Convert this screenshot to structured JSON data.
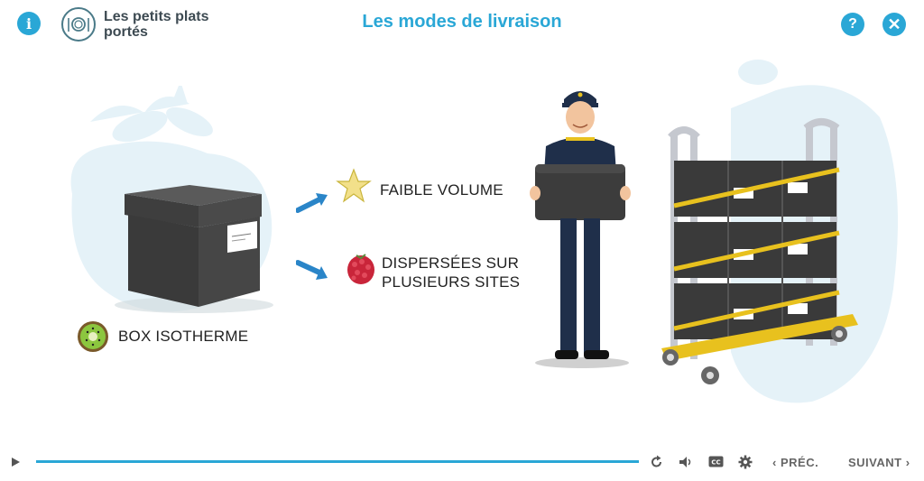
{
  "header": {
    "info_icon": "info-icon",
    "brand_line1": "Les petits plats",
    "brand_line2": "portés",
    "title": "Les modes de livraison",
    "help_icon": "question-icon",
    "close_icon": "close-icon"
  },
  "scene": {
    "box_label": "BOX ISOTHERME",
    "feature1": "FAIBLE VOLUME",
    "feature2_line1": "DISPERSÉES SUR",
    "feature2_line2": "PLUSIEURS SITES"
  },
  "player": {
    "play_icon": "play-icon",
    "progress": 1.0,
    "prev_label": "PRÉC.",
    "next_label": "SUIVANT"
  },
  "colors": {
    "accent": "#2aa7d6",
    "box": "#3c3c3c",
    "tape": "#e8c11e"
  }
}
